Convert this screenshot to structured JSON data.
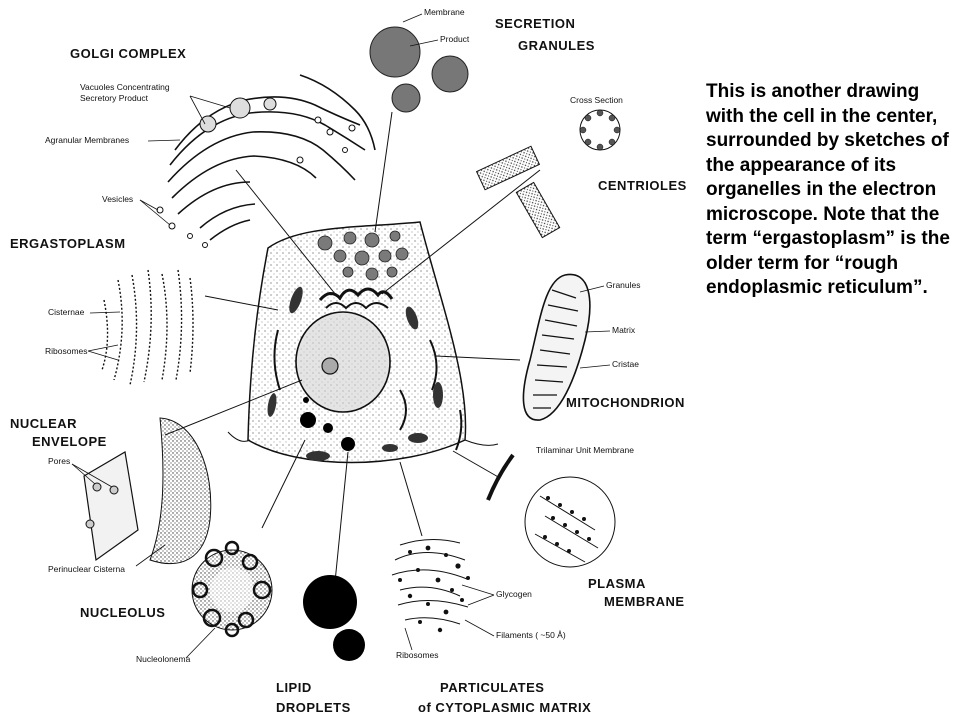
{
  "caption": "This is another drawing with the cell in the center, surrounded by sketches of the appearance of its organelles in the electron microscope. Note that the term “ergastoplasm” is the older term for “rough endoplasmic reticulum”.",
  "headings": {
    "golgi_complex": "GOLGI COMPLEX",
    "secretion_1": "SECRETION",
    "secretion_2": "GRANULES",
    "centrioles": "CENTRIOLES",
    "ergastoplasm": "ERGASTOPLASM",
    "mitochondrion": "MITOCHONDRION",
    "nuclear_1": "NUCLEAR",
    "nuclear_2": "ENVELOPE",
    "plasma_1": "PLASMA",
    "plasma_2": "MEMBRANE",
    "nucleolus": "NUCLEOLUS",
    "lipid_1": "LIPID",
    "lipid_2": "DROPLETS",
    "particulates_1": "PARTICULATES",
    "particulates_2": "of CYTOPLASMIC MATRIX"
  },
  "labels": {
    "membrane": "Membrane",
    "product": "Product",
    "vacuoles_1": "Vacuoles Concentrating",
    "vacuoles_2": "Secretory Product",
    "agranular": "Agranular Membranes",
    "vesicles": "Vesicles",
    "cross_section": "Cross Section",
    "cisternae": "Cisternae",
    "ribosomes": "Ribosomes",
    "granules": "Granules",
    "matrix": "Matrix",
    "cristae": "Cristae",
    "trilaminar": "Trilaminar Unit Membrane",
    "pores": "Pores",
    "perinuclear": "Perinuclear Cisterna",
    "glycogen": "Glycogen",
    "filaments": "Filaments ( ~50 Å)",
    "ribosomes_matrix": "Ribosomes",
    "nucleolonema": "Nucleolonema"
  },
  "colors": {
    "ink": "#111111",
    "granule_fill": "#777777",
    "cell_fill": "#eeeeee",
    "nucleus_fill": "#e4e4e4"
  }
}
